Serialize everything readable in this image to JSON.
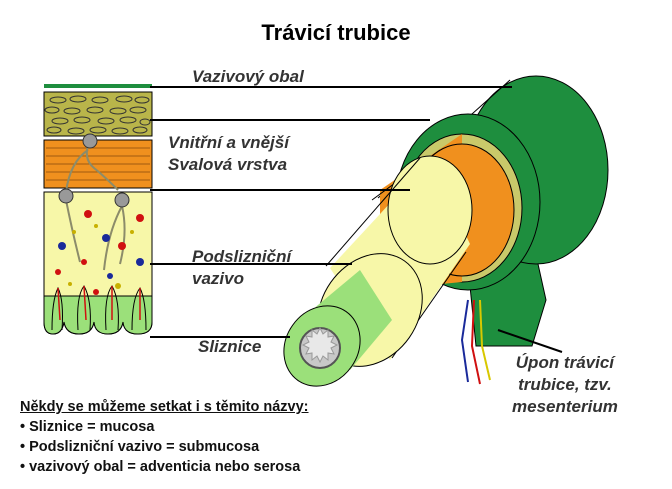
{
  "title": "Trávicí trubice",
  "labels": {
    "vazivovy_obal": "Vazivový obal",
    "svalova_line1": "Vnitřní a vnější",
    "svalova_line2": "Svalová vrstva",
    "podslizn_line1": "Podslizniční",
    "podslizn_line2": "vazivo",
    "sliznice": "Sliznice",
    "upon_line1": "Úpon trávicí",
    "upon_line2": "trubice, tzv.",
    "upon_line3": "mesenterium"
  },
  "notes": {
    "heading": "Někdy se můžeme setkat i s těmito názvy:",
    "items": [
      "• Sliznice = mucosa",
      "• Podslizniční vazivo = submucosa",
      "• vazivový obal = adventicia nebo serosa"
    ]
  },
  "colors": {
    "serosa": "#1e8e3e",
    "muscle_outer": "#c9c96a",
    "muscle_inner": "#f0901e",
    "submucosa": "#f7f7a8",
    "mucosa": "#9be07a",
    "lumen": "#c8c8c8"
  }
}
